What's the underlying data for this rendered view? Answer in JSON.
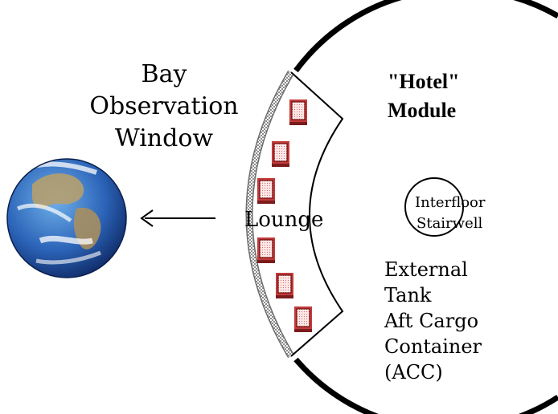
{
  "diagram": {
    "observation_window_label": [
      "Bay",
      "Observation",
      "Window"
    ],
    "module_title": [
      "\"Hotel\"",
      "Module"
    ],
    "lounge_label": "Lounge",
    "stairwell_label": [
      "Interfloor",
      "Stairwell"
    ],
    "container_label": [
      "External",
      "Tank",
      "Aft Cargo",
      "Container",
      "(ACC)"
    ]
  },
  "colors": {
    "background": "#ffffff",
    "ink": "#000000",
    "window_stripe": "#9a9a9a",
    "seat_fill": "#f4c0c0",
    "seat_outline": "#5a0000",
    "ocean_deep": "#1a3f8f",
    "ocean_light": "#4f8fd8",
    "land": "#b9a170",
    "cloud": "#ffffff"
  },
  "icons": {
    "earth": "earth-globe-icon",
    "arrow": "arrow-left-icon",
    "seat": "lounge-seat-icon"
  }
}
